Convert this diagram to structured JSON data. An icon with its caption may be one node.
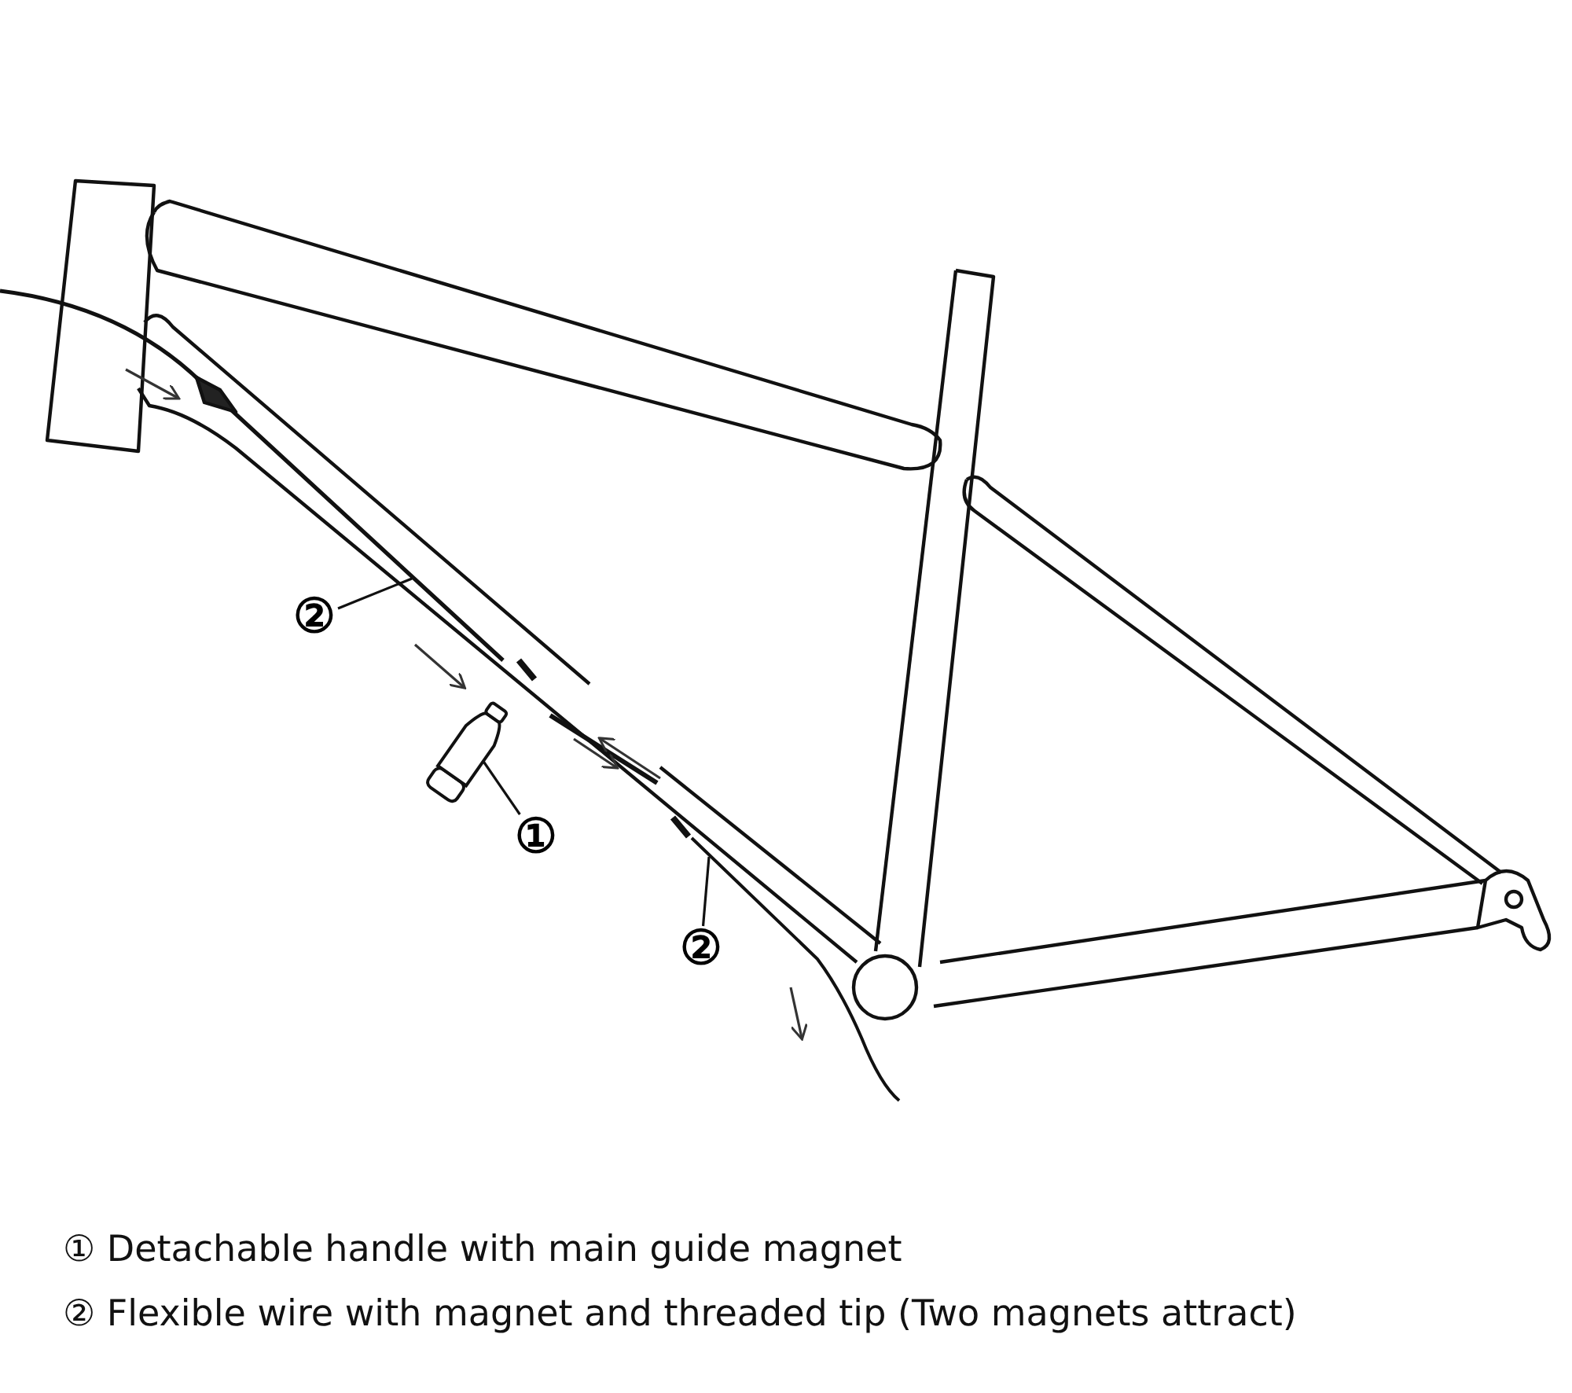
{
  "diagram": {
    "nodes": [
      {
        "text": [
          "①"
        ]
      },
      {
        "text": [],
        "shape": "cylinder"
      },
      {
        "text": [
          "②"
        ]
      },
      {
        "text": [
          "②"
        ]
      }
    ],
    "edges": [
      {
        "from": 0,
        "to": 1,
        "arrow": "none"
      },
      {
        "from": 2,
        "to": null,
        "arrow": "none"
      },
      {
        "from": 3,
        "to": null,
        "arrow": "none"
      }
    ],
    "labels": [
      "① Detachable handle with main guide magnet",
      "② Flexible wire with magnet and threaded tip (Two magnets attract)"
    ]
  }
}
